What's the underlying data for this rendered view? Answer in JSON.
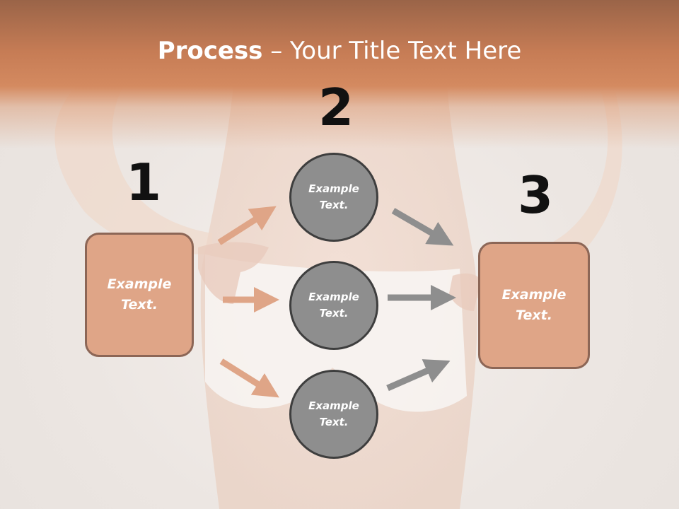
{
  "slide": {
    "title_bold": "Process",
    "title_rest": " – Your Title Text Here"
  },
  "steps": [
    {
      "number": "1",
      "text": "Example Text."
    },
    {
      "number": "2",
      "text": "Example Text."
    },
    {
      "number": "3",
      "text": "Example Text."
    }
  ],
  "circles": [
    {
      "text": "Example Text."
    },
    {
      "text": "Example Text."
    },
    {
      "text": "Example Text."
    }
  ],
  "colors": {
    "header": "#c67c55",
    "box_fill": "#dfa587",
    "box_border": "#8c6656",
    "circle_fill": "#8e8e8e",
    "circle_border": "#3e3e3e",
    "arrow_left": "#dfa587",
    "arrow_right": "#8e8e8e"
  }
}
